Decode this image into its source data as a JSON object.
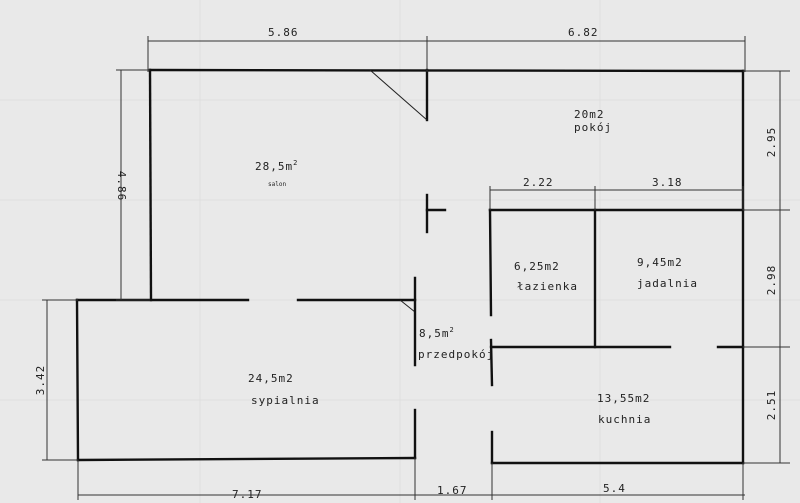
{
  "dimensions": {
    "top_left": "5.86",
    "top_right": "6.82",
    "right_top": "2.95",
    "right_middle": "2.98",
    "right_bottom": "2.51",
    "left_top": "4.86",
    "left_bottom": "3.42",
    "bottom_left": "7.17",
    "bottom_middle": "1.67",
    "bottom_right": "5.4",
    "inner_left": "2.22",
    "inner_right": "3.18"
  },
  "rooms": {
    "salon": {
      "area": "28,5m",
      "sup": "2",
      "name": "salon"
    },
    "pokoj": {
      "area": "20m2",
      "name": "pokój"
    },
    "lazienka": {
      "area": "6,25m2",
      "name": "łazienka"
    },
    "jadalnia": {
      "area": "9,45m2",
      "name": "jadalnia"
    },
    "przedpokoj": {
      "area": "8,5m",
      "sup": "2",
      "name": "przedpokój"
    },
    "sypialnia": {
      "area": "24,5m2",
      "name": "sypialnia"
    },
    "kuchnia": {
      "area": "13,55m2",
      "name": "kuchnia"
    }
  }
}
